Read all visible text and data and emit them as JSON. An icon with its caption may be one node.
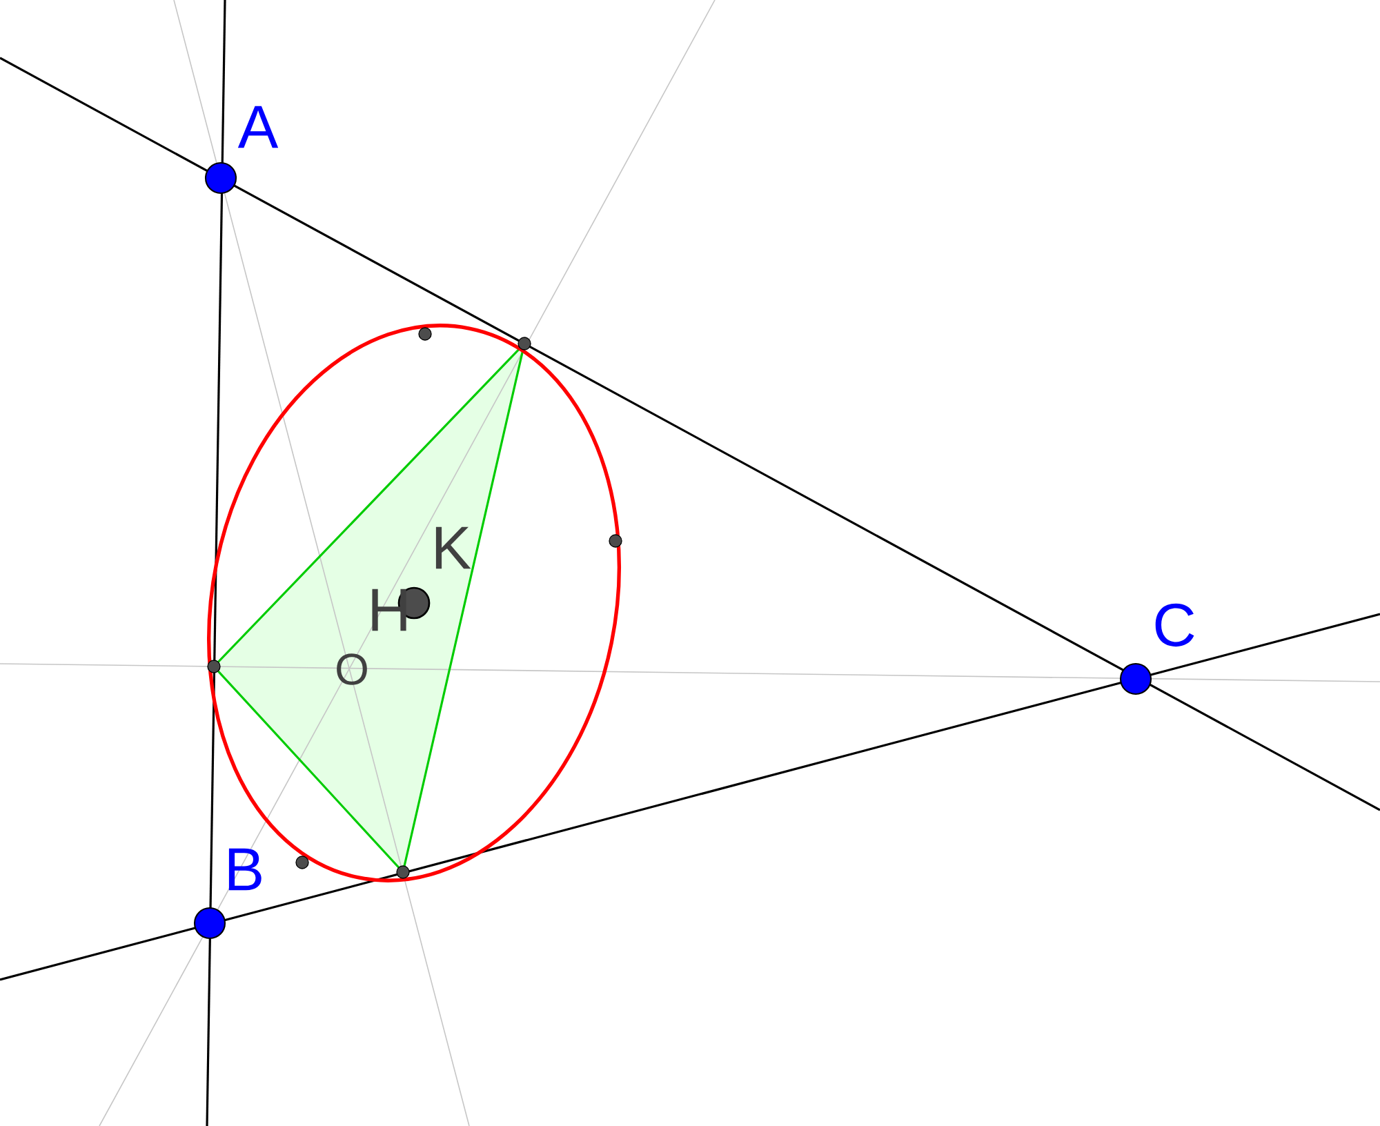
{
  "diagram": {
    "labels": [
      "A",
      "K",
      "H",
      "O",
      "C",
      "B"
    ]
  }
}
